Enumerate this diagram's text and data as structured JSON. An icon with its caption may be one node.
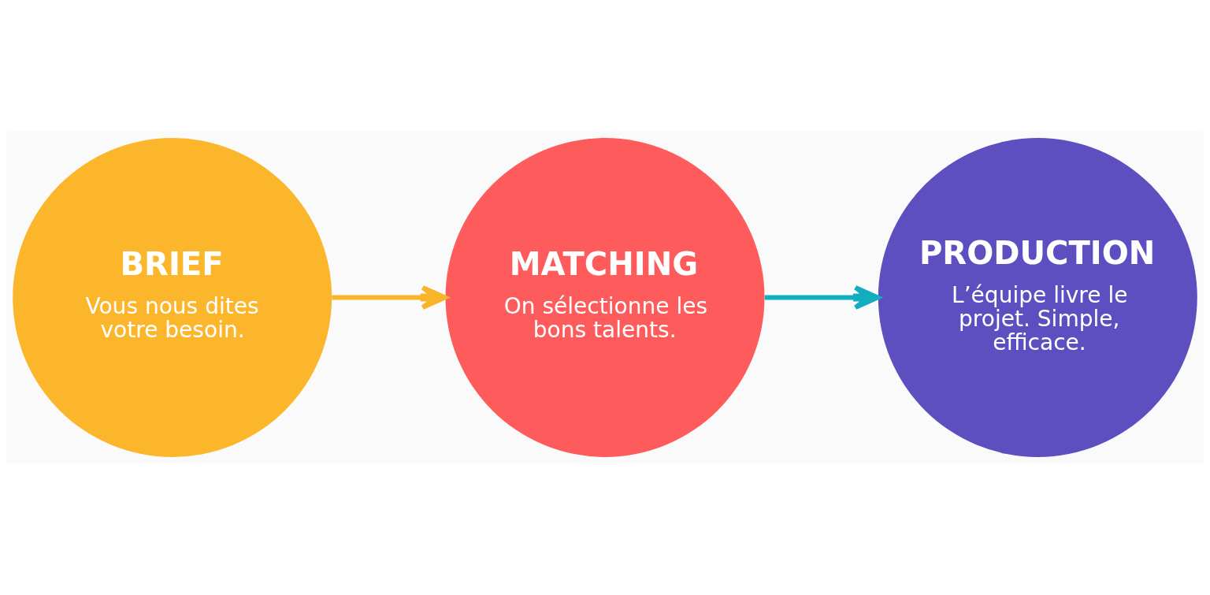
{
  "diagram": {
    "nodes": [
      {
        "text": [
          "BRIEF",
          "Vous nous dites votre besoin."
        ]
      },
      {
        "text": [
          "MATCHING",
          "On sélectionne les bons talents."
        ]
      },
      {
        "text": [
          "PRODUCTION",
          "L’équipe livre le projet. Simple, efficace."
        ]
      }
    ],
    "edges": [
      {
        "from": 0,
        "to": 1,
        "arrow": "to",
        "color": "#f9b52a"
      },
      {
        "from": 1,
        "to": 2,
        "arrow": "to",
        "color": "#12aec0"
      }
    ]
  }
}
